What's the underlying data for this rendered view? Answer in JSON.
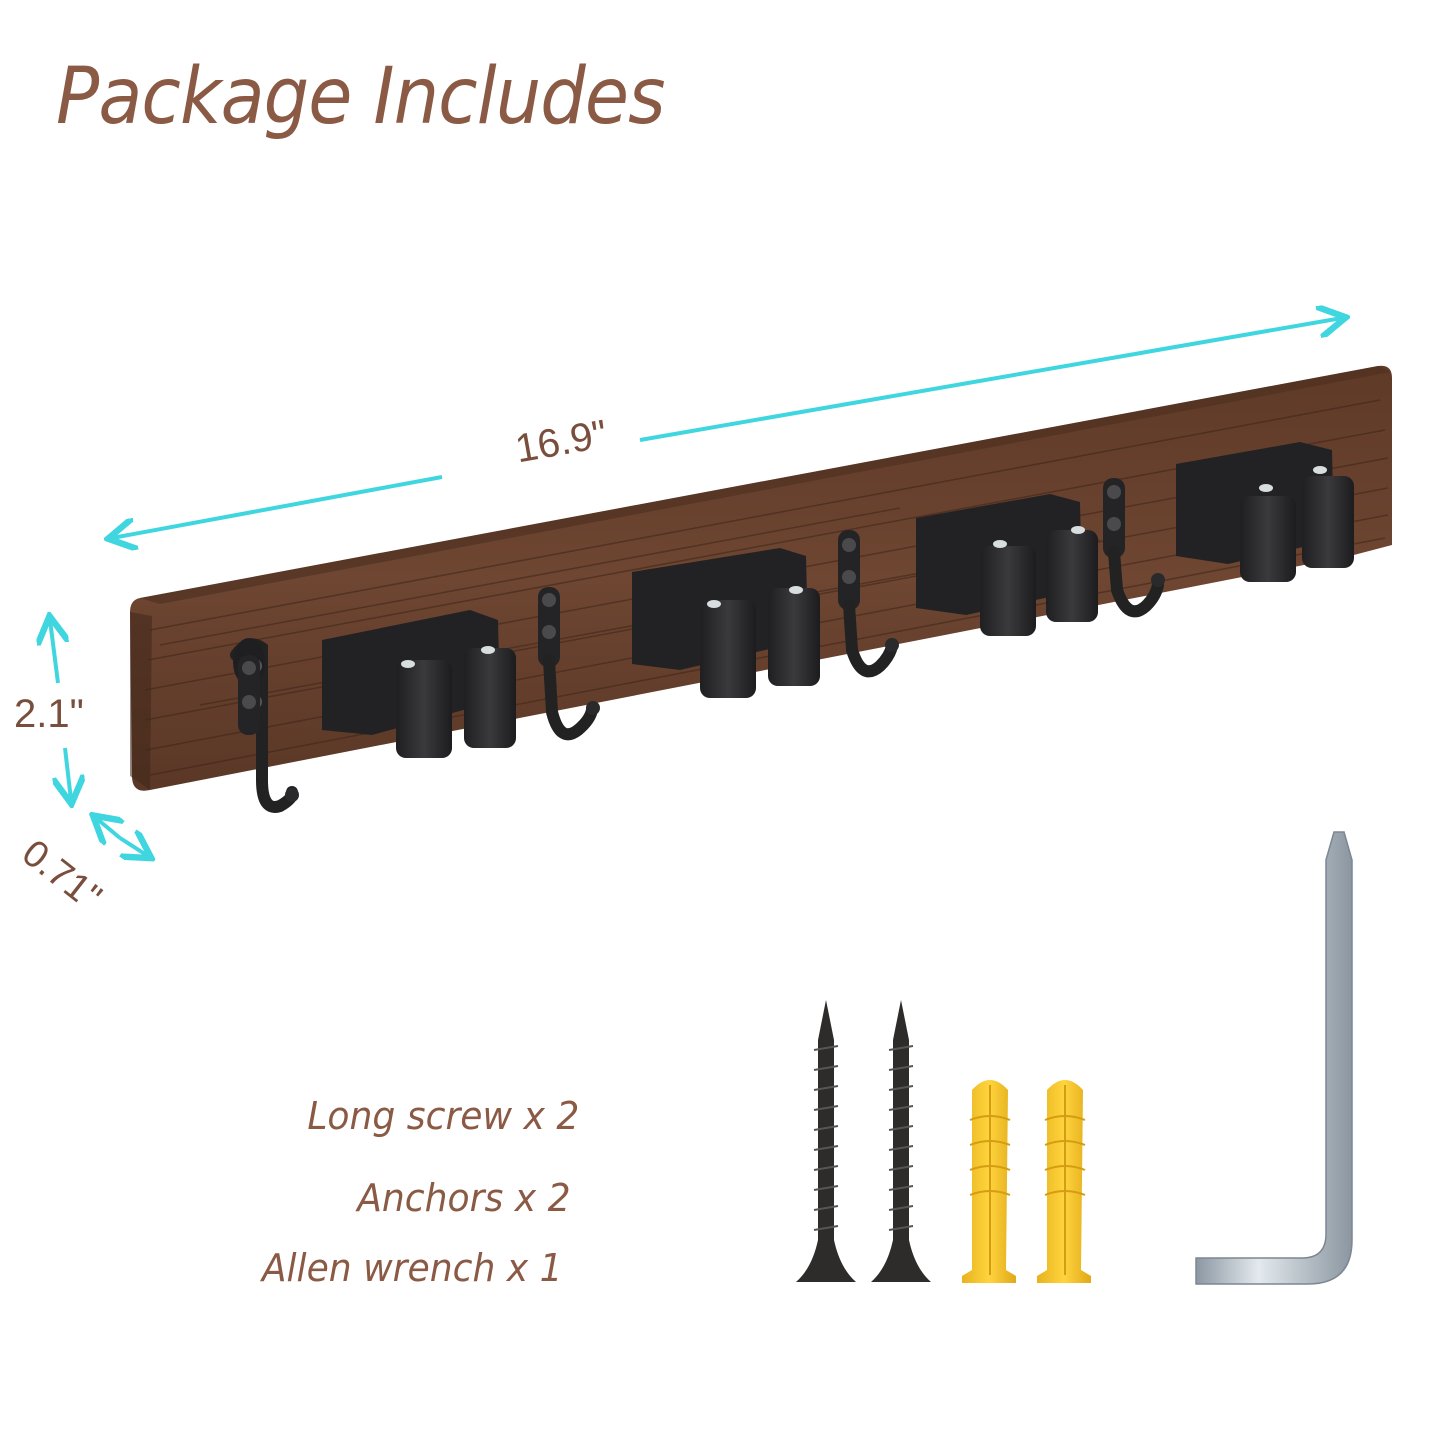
{
  "header": {
    "title": "Package Includes"
  },
  "dimensions": {
    "length": "16.9\"",
    "height": "2.1\"",
    "depth": "0.71\""
  },
  "product": {
    "name": "wall-mounted-tool-rack",
    "mop_holders": 4,
    "hooks": 4,
    "colors": {
      "wood": "#6b4430",
      "wood_dark": "#4a2c1e",
      "metal": "#2b2b2d",
      "arrow": "#3fd6e0"
    }
  },
  "package_items": [
    {
      "label": "Long screw x 2",
      "icon": "screw-icon",
      "count": 2
    },
    {
      "label": "Anchors x 2",
      "icon": "anchor-icon",
      "count": 2
    },
    {
      "label": "Allen wrench x 1",
      "icon": "allen-wrench-icon",
      "count": 1
    }
  ],
  "colors": {
    "text_brown": "#8a5a45",
    "arrow_cyan": "#3fd6e0",
    "anchor_yellow": "#f2c42a",
    "screw_dark": "#2e2c2a",
    "wrench_silver": "#b9c3cc"
  }
}
